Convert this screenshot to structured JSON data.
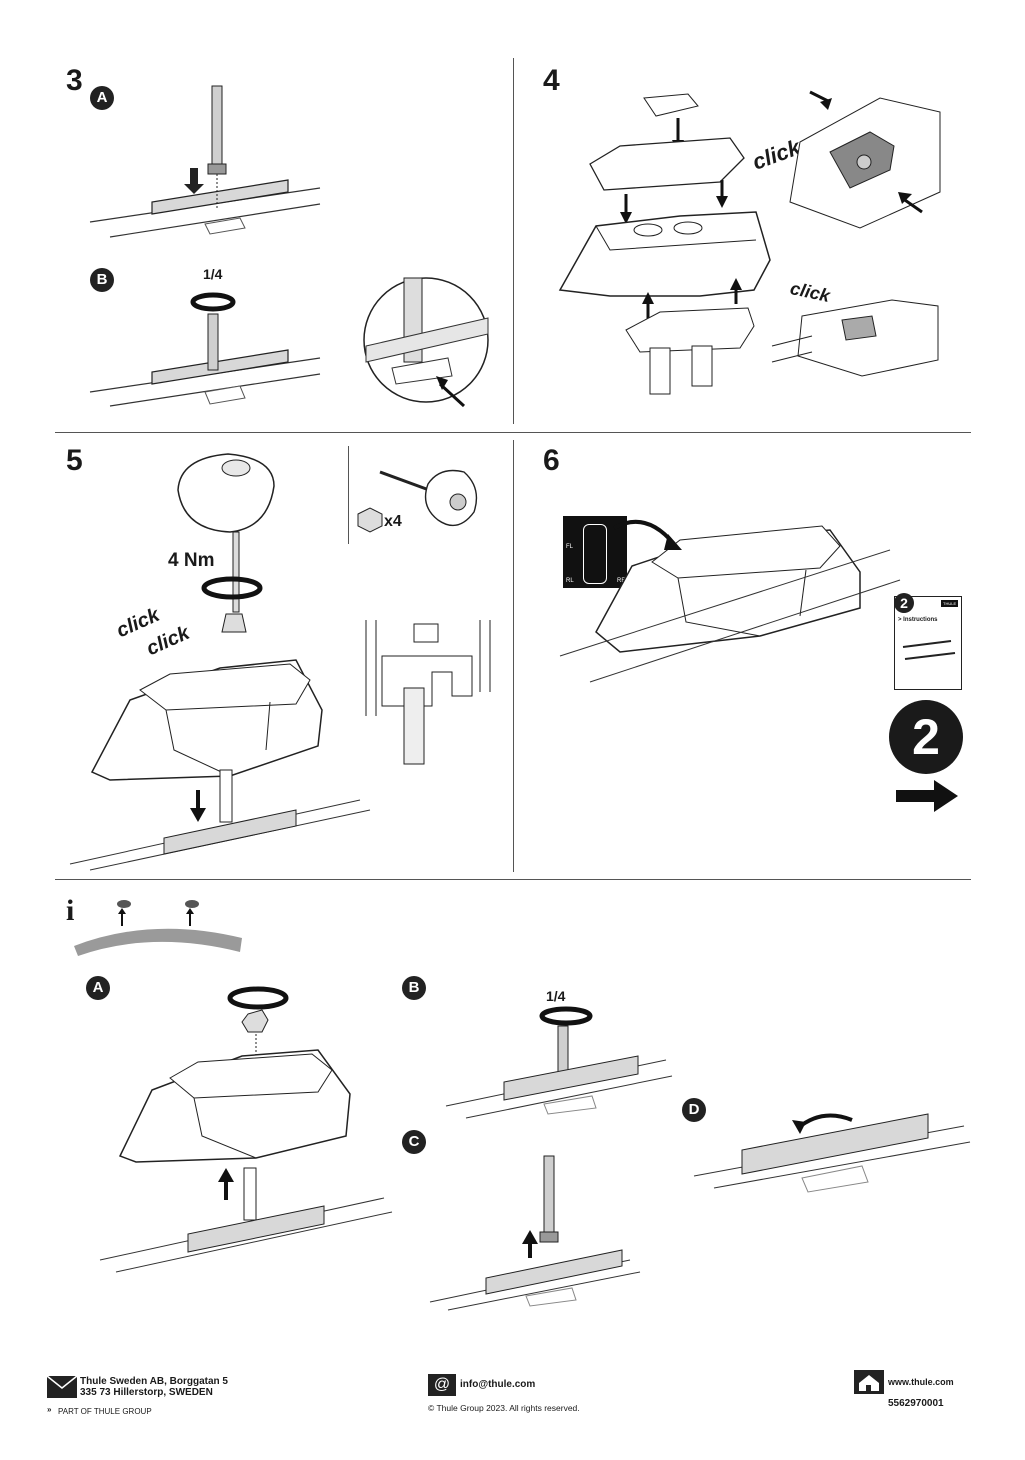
{
  "steps": {
    "s3": {
      "number": "3",
      "sub_a": "A",
      "sub_b": "B",
      "turn_label": "1/4"
    },
    "s4": {
      "number": "4",
      "click1": "click",
      "click2": "click"
    },
    "s5": {
      "number": "5",
      "torque": "4 Nm",
      "click1": "click",
      "click2": "click",
      "qty": "x4"
    },
    "s6": {
      "number": "6",
      "pos_fl": "FL",
      "pos_rl": "RL",
      "pos_rr": "RR",
      "booklet_num": "2",
      "booklet_label": "> Instructions",
      "booklet_brand": "THULE",
      "next_num": "2"
    }
  },
  "info": {
    "icon": "i",
    "sub_a": "A",
    "sub_b": "B",
    "sub_c": "C",
    "sub_d": "D",
    "turn_label": "1/4"
  },
  "footer": {
    "address_line1": "Thule Sweden AB, Borggatan 5",
    "address_line2": "335 73 Hillerstorp, SWEDEN",
    "group": "PART OF THULE GROUP",
    "email": "info@thule.com",
    "copyright": "© Thule Group 2023. All rights reserved.",
    "website": "www.thule.com",
    "doc_number": "5562970001"
  },
  "icons": [
    "envelope-icon",
    "at-icon",
    "house-icon",
    "arrow-right-icon",
    "rotate-icon",
    "info-icon"
  ]
}
